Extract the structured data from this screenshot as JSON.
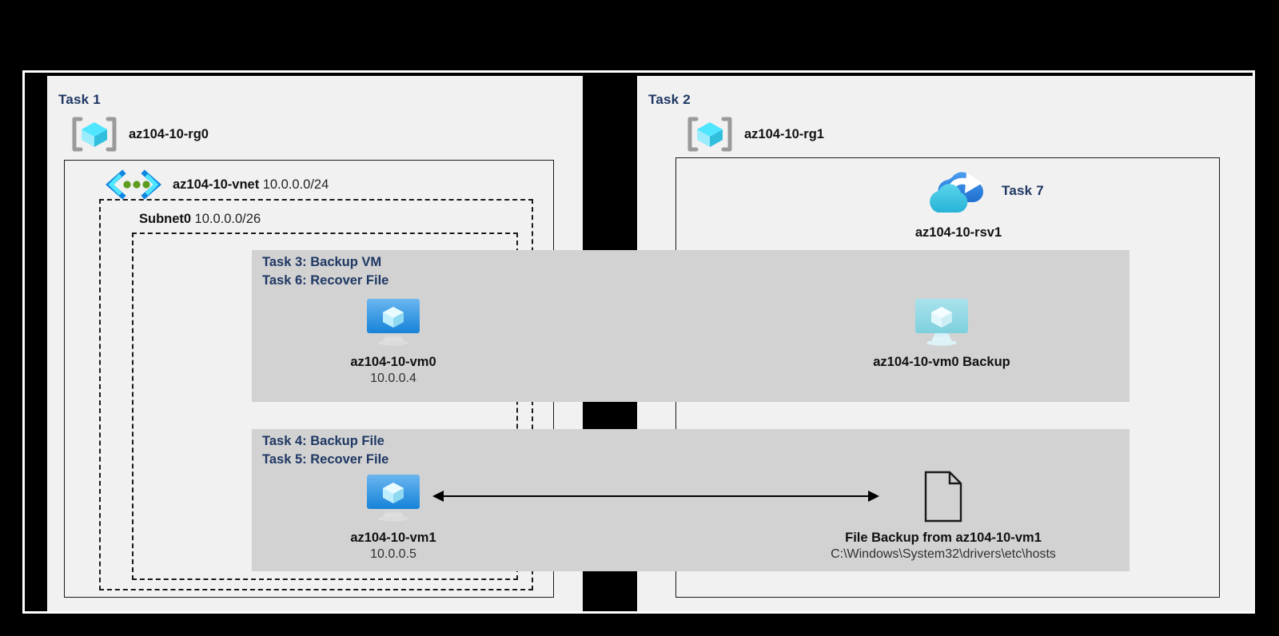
{
  "diagram": {
    "panels": [
      {
        "id": "task1",
        "title": "Task 1"
      },
      {
        "id": "task2",
        "title": "Task 2"
      }
    ],
    "resource_groups": [
      {
        "id": "rg0",
        "label": "az104-10-rg0",
        "icon": "resource-group-icon"
      },
      {
        "id": "rg1",
        "label": "az104-10-rg1",
        "icon": "resource-group-icon"
      }
    ],
    "vnet": {
      "icon": "virtual-network-icon",
      "name": "az104-10-vnet",
      "cidr": "10.0.0.0/24"
    },
    "subnet": {
      "name": "Subnet0",
      "cidr": "10.0.0.0/26"
    },
    "vault": {
      "icon": "recovery-services-vault-icon",
      "name": "az104-10-rsv1",
      "task_tag": "Task 7"
    },
    "bands": [
      {
        "id": "band-top",
        "tasks": [
          "Task 3: Backup VM",
          "Task 6: Recover File"
        ],
        "source_node": {
          "icon": "virtual-machine-icon",
          "name": "az104-10-vm0",
          "ip": "10.0.0.4"
        },
        "target_node": {
          "icon": "virtual-machine-backup-icon",
          "name": "az104-10-vm0 Backup",
          "ip": ""
        }
      },
      {
        "id": "band-bottom",
        "tasks": [
          "Task 4: Backup File",
          "Task 5: Recover File"
        ],
        "source_node": {
          "icon": "virtual-machine-icon",
          "name": "az104-10-vm1",
          "ip": "10.0.0.5"
        },
        "target_node": {
          "icon": "file-icon",
          "name": "File Backup from az104-10-vm1",
          "ip": "C:\\Windows\\System32\\drivers\\etc\\hosts"
        }
      }
    ],
    "colors": {
      "panel_bg": "#f1f1f1",
      "band_bg": "#d2d2d2",
      "task_label": "#1f3864",
      "border": "#1a1a1a",
      "backdrop": "#000000",
      "azure_blue": "#0f86e0",
      "azure_cyan": "#50e6ff",
      "vnet_green": "#5e9c1f"
    }
  }
}
